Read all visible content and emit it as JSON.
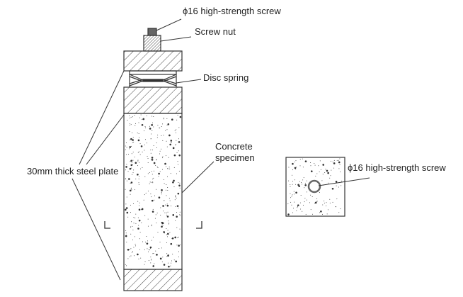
{
  "labels": {
    "screw_top": "ϕ16 high-strength screw",
    "screw_nut": "Screw nut",
    "disc_spring": "Disc spring",
    "steel_plate": "30mm thick steel plate",
    "concrete_line1": "Concrete",
    "concrete_line2": "specimen",
    "screw_section": "ϕ16 high-strength screw"
  },
  "colors": {
    "line": "#333333",
    "hatch": "#444444",
    "screw": "#555555"
  }
}
